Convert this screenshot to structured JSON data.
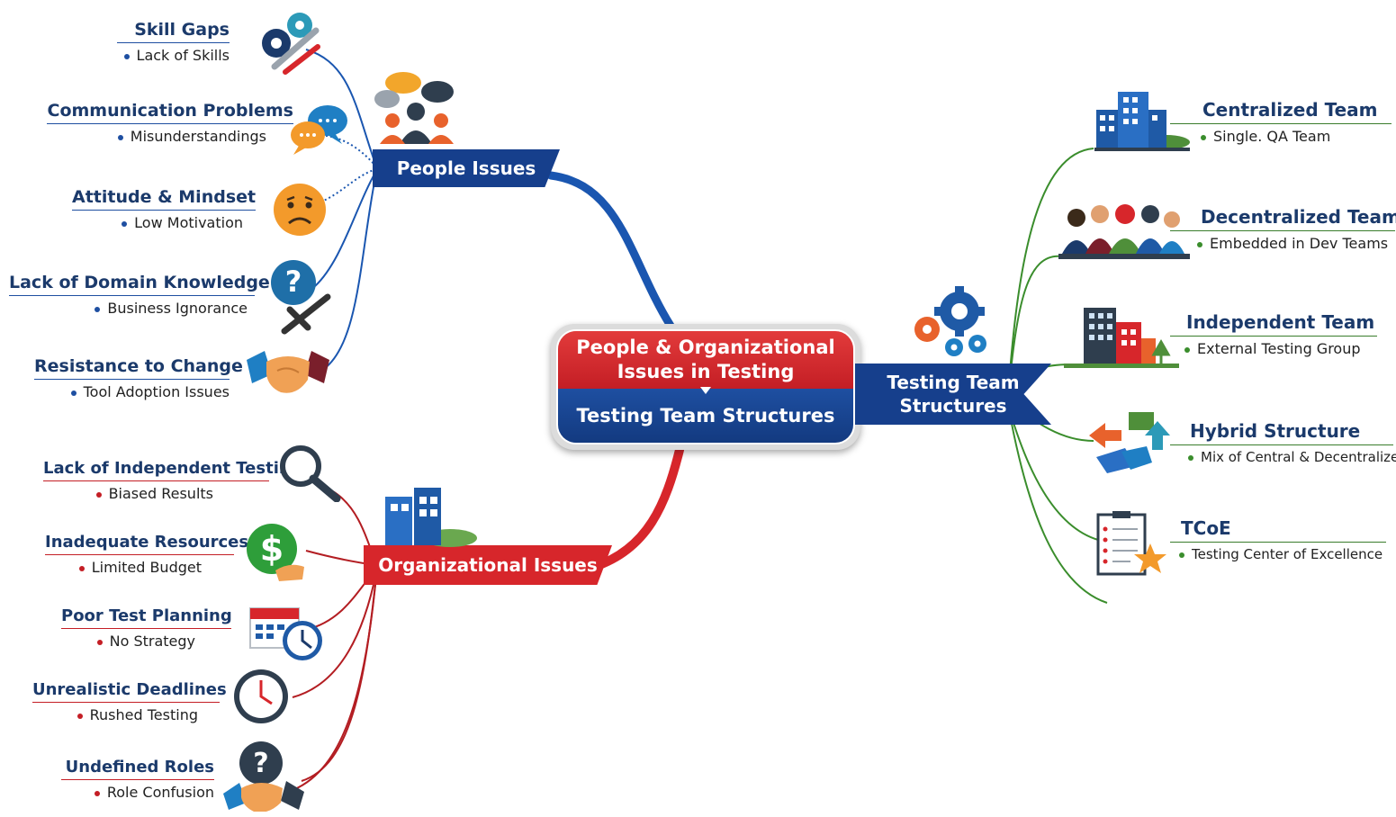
{
  "center": {
    "line1": "People & Organizational",
    "line2": "Issues in Testing",
    "line3": "Testing Team Structures"
  },
  "branches": {
    "people": "People Issues",
    "organizational": "Organizational Issues",
    "structures_line1": "Testing Team",
    "structures_line2": "Structures"
  },
  "people_issues": [
    {
      "title": "Skill Gaps",
      "sub": "Lack of Skills"
    },
    {
      "title": "Communication Problems",
      "sub": "Misunderstandings"
    },
    {
      "title": "Attitude & Mindset",
      "sub": "Low Motivation"
    },
    {
      "title": "Lack of Domain Knowledge",
      "sub": "Business Ignorance"
    },
    {
      "title": "Resistance to Change",
      "sub": "Tool Adoption Issues"
    }
  ],
  "organizational_issues": [
    {
      "title": "Lack of Independent Testing",
      "sub": "Biased Results"
    },
    {
      "title": "Inadequate Resources",
      "sub": "Limited Budget"
    },
    {
      "title": "Poor Test Planning",
      "sub": "No Strategy"
    },
    {
      "title": "Unrealistic Deadlines",
      "sub": "Rushed Testing"
    },
    {
      "title": "Undefined Roles",
      "sub": "Role Confusion"
    }
  ],
  "team_structures": [
    {
      "title": "Centralized Team",
      "sub": "Single. QA Team"
    },
    {
      "title": "Decentralized Team",
      "sub": "Embedded in Dev Teams"
    },
    {
      "title": "Independent Team",
      "sub": "External Testing Group"
    },
    {
      "title": "Hybrid Structure",
      "sub": "Mix of Central & Decentralized"
    },
    {
      "title": "TCoE",
      "sub": "Testing Center of Excellence"
    }
  ],
  "icons": {
    "people_branch": "people-chat-icon",
    "org_branch": "building-icon",
    "structures_branch": "gears-icon",
    "people_items": [
      "gears-tools-icon",
      "chat-bubbles-icon",
      "sad-face-icon",
      "question-icon",
      "handshake-icon"
    ],
    "org_items": [
      "magnifier-icon",
      "dollar-icon",
      "calendar-clock-icon",
      "clock-icon",
      "question-handshake-icon"
    ],
    "structure_items": [
      "office-building-icon",
      "team-people-icon",
      "city-buildings-icon",
      "hybrid-arrows-icon",
      "clipboard-star-icon"
    ]
  },
  "colors": {
    "people": "#163f8c",
    "organizational": "#d7262b",
    "structures": "#3a7d2c"
  }
}
